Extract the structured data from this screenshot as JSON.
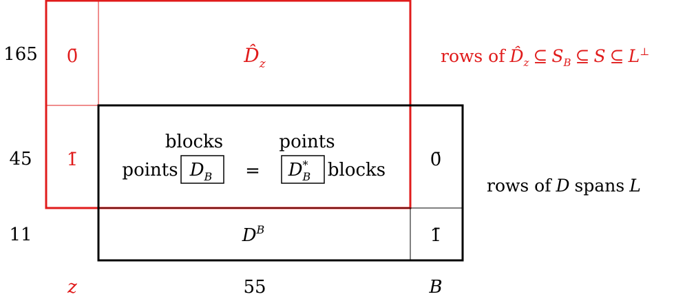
{
  "colors": {
    "red": "#e01b1b",
    "black": "#000000"
  },
  "row_sizes": [
    "165",
    "45",
    "11"
  ],
  "column_labels": {
    "z": "z",
    "middle": "55",
    "B": "B"
  },
  "red_block": {
    "top_left": "0̄",
    "top_main": "D̂",
    "top_main_sub": "z",
    "mid_left": "1̄"
  },
  "black_block": {
    "blocks_label_left": "blocks",
    "points_label_left": "points",
    "boxed_left": "D",
    "boxed_left_sub": "B",
    "equals": "=",
    "points_label_right": "points",
    "boxed_right": "D",
    "boxed_right_sup": "*",
    "boxed_right_sub": "B",
    "blocks_label_right": "blocks",
    "right_top": "0̄",
    "bottom_main": "D",
    "bottom_main_sup": "B",
    "right_bottom": "1̄"
  },
  "annotations": {
    "red_prefix": "rows of",
    "red_D": "D̂",
    "red_D_sub": "z",
    "red_sub1": "⊆",
    "red_S": "S",
    "red_S_sub": "B",
    "red_sub2": "⊆",
    "red_S2": "S",
    "red_sub3": "⊆",
    "red_L": "L",
    "red_L_sup": "⊥",
    "black_prefix": "rows of",
    "black_D": "D",
    "black_suffix": "spans",
    "black_L": "L"
  }
}
